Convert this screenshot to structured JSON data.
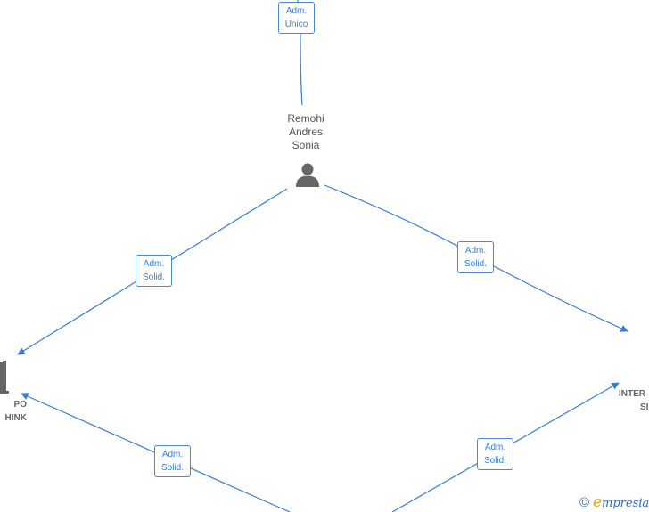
{
  "person": {
    "name_lines": [
      "Remohi",
      "Andres",
      "Sonia"
    ],
    "icon": "person-icon"
  },
  "roles": [
    {
      "id": "role-top",
      "lines": [
        "Adm.",
        "Unico"
      ]
    },
    {
      "id": "role-left-upper",
      "lines": [
        "Adm.",
        "Solid."
      ]
    },
    {
      "id": "role-right-upper",
      "lines": [
        "Adm.",
        "Solid."
      ]
    },
    {
      "id": "role-left-lower",
      "lines": [
        "Adm.",
        "Solid."
      ]
    },
    {
      "id": "role-right-lower",
      "lines": [
        "Adm.",
        "Solid."
      ]
    }
  ],
  "companies": {
    "left": {
      "lines": [
        "PO",
        "HINK"
      ],
      "icon": "building-icon"
    },
    "right": {
      "lines": [
        "INTER",
        "SI"
      ]
    }
  },
  "brand": {
    "copyright": "©",
    "e": "e",
    "rest": "mpresia"
  },
  "colors": {
    "edge": "#3a7bd5",
    "box_border": "#4a86d6",
    "icon": "#666666"
  }
}
